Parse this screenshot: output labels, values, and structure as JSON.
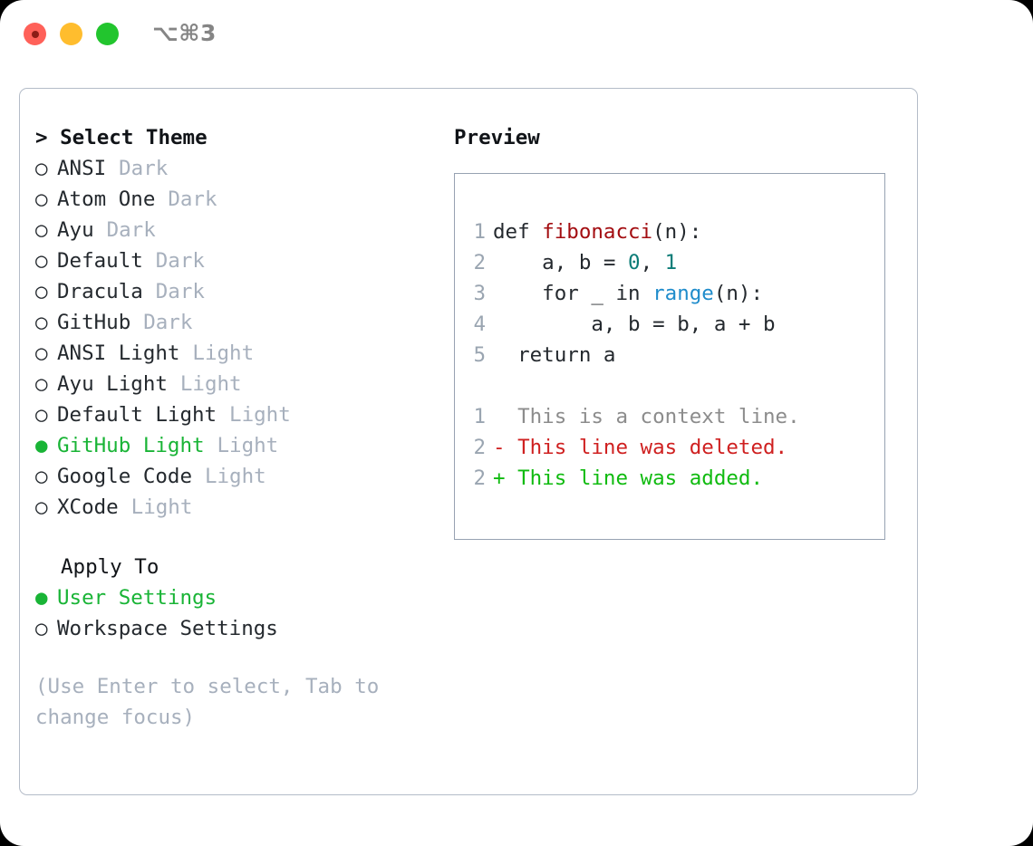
{
  "titlebar": {
    "shortcut": "⌥⌘3",
    "lights": [
      {
        "name": "close",
        "color": "#ff6159"
      },
      {
        "name": "minimize",
        "color": "#ffbd2e"
      },
      {
        "name": "maximize",
        "color": "#22c52e"
      }
    ]
  },
  "theme_picker": {
    "header": "> Select Theme",
    "items": [
      {
        "marker": "○",
        "label": "ANSI",
        "tag": "Dark",
        "selected": false
      },
      {
        "marker": "○",
        "label": "Atom One",
        "tag": "Dark",
        "selected": false
      },
      {
        "marker": "○",
        "label": "Ayu",
        "tag": "Dark",
        "selected": false
      },
      {
        "marker": "○",
        "label": "Default",
        "tag": "Dark",
        "selected": false
      },
      {
        "marker": "○",
        "label": "Dracula",
        "tag": "Dark",
        "selected": false
      },
      {
        "marker": "○",
        "label": "GitHub",
        "tag": "Dark",
        "selected": false
      },
      {
        "marker": "○",
        "label": "ANSI Light",
        "tag": "Light",
        "selected": false
      },
      {
        "marker": "○",
        "label": "Ayu Light",
        "tag": "Light",
        "selected": false
      },
      {
        "marker": "○",
        "label": "Default Light",
        "tag": "Light",
        "selected": false
      },
      {
        "marker": "●",
        "label": "GitHub Light",
        "tag": "Light",
        "selected": true
      },
      {
        "marker": "○",
        "label": "Google Code",
        "tag": "Light",
        "selected": false
      },
      {
        "marker": "○",
        "label": "XCode",
        "tag": "Light",
        "selected": false
      }
    ]
  },
  "apply_to": {
    "header": "Apply To",
    "items": [
      {
        "marker": "●",
        "label": "User Settings",
        "selected": true
      },
      {
        "marker": "○",
        "label": "Workspace Settings",
        "selected": false
      }
    ]
  },
  "hint": "(Use Enter to select, Tab to change focus)",
  "preview": {
    "title": "Preview",
    "code_lines": [
      {
        "ln": "1",
        "segments": [
          {
            "text": "def ",
            "style": "plain"
          },
          {
            "text": "fibonacci",
            "style": "fn"
          },
          {
            "text": "(n):",
            "style": "plain"
          }
        ]
      },
      {
        "ln": "2",
        "segments": [
          {
            "text": "    a, b = ",
            "style": "plain"
          },
          {
            "text": "0",
            "style": "num"
          },
          {
            "text": ", ",
            "style": "plain"
          },
          {
            "text": "1",
            "style": "num"
          }
        ]
      },
      {
        "ln": "3",
        "segments": [
          {
            "text": "    for _ in ",
            "style": "plain"
          },
          {
            "text": "range",
            "style": "call"
          },
          {
            "text": "(n):",
            "style": "plain"
          }
        ]
      },
      {
        "ln": "4",
        "segments": [
          {
            "text": "        a, b = b, a + b",
            "style": "plain"
          }
        ]
      },
      {
        "ln": "5",
        "segments": [
          {
            "text": "  return a",
            "style": "plain"
          }
        ]
      }
    ],
    "diff_lines": [
      {
        "ln": "1",
        "text": "  This is a context line.",
        "kind": "context"
      },
      {
        "ln": "2",
        "text": "- This line was deleted.",
        "kind": "deleted"
      },
      {
        "ln": "2",
        "text": "+ This line was added.",
        "kind": "added"
      }
    ]
  },
  "colors": {
    "accent_green": "#19b436",
    "diff_add_green": "#10bb10",
    "diff_del_red": "#cf2020",
    "syntax_function": "#a30d11",
    "syntax_number": "#0b7c77",
    "syntax_call": "#1f8ccb",
    "muted": "#a7b0bd",
    "border": "#b4bcc8"
  }
}
